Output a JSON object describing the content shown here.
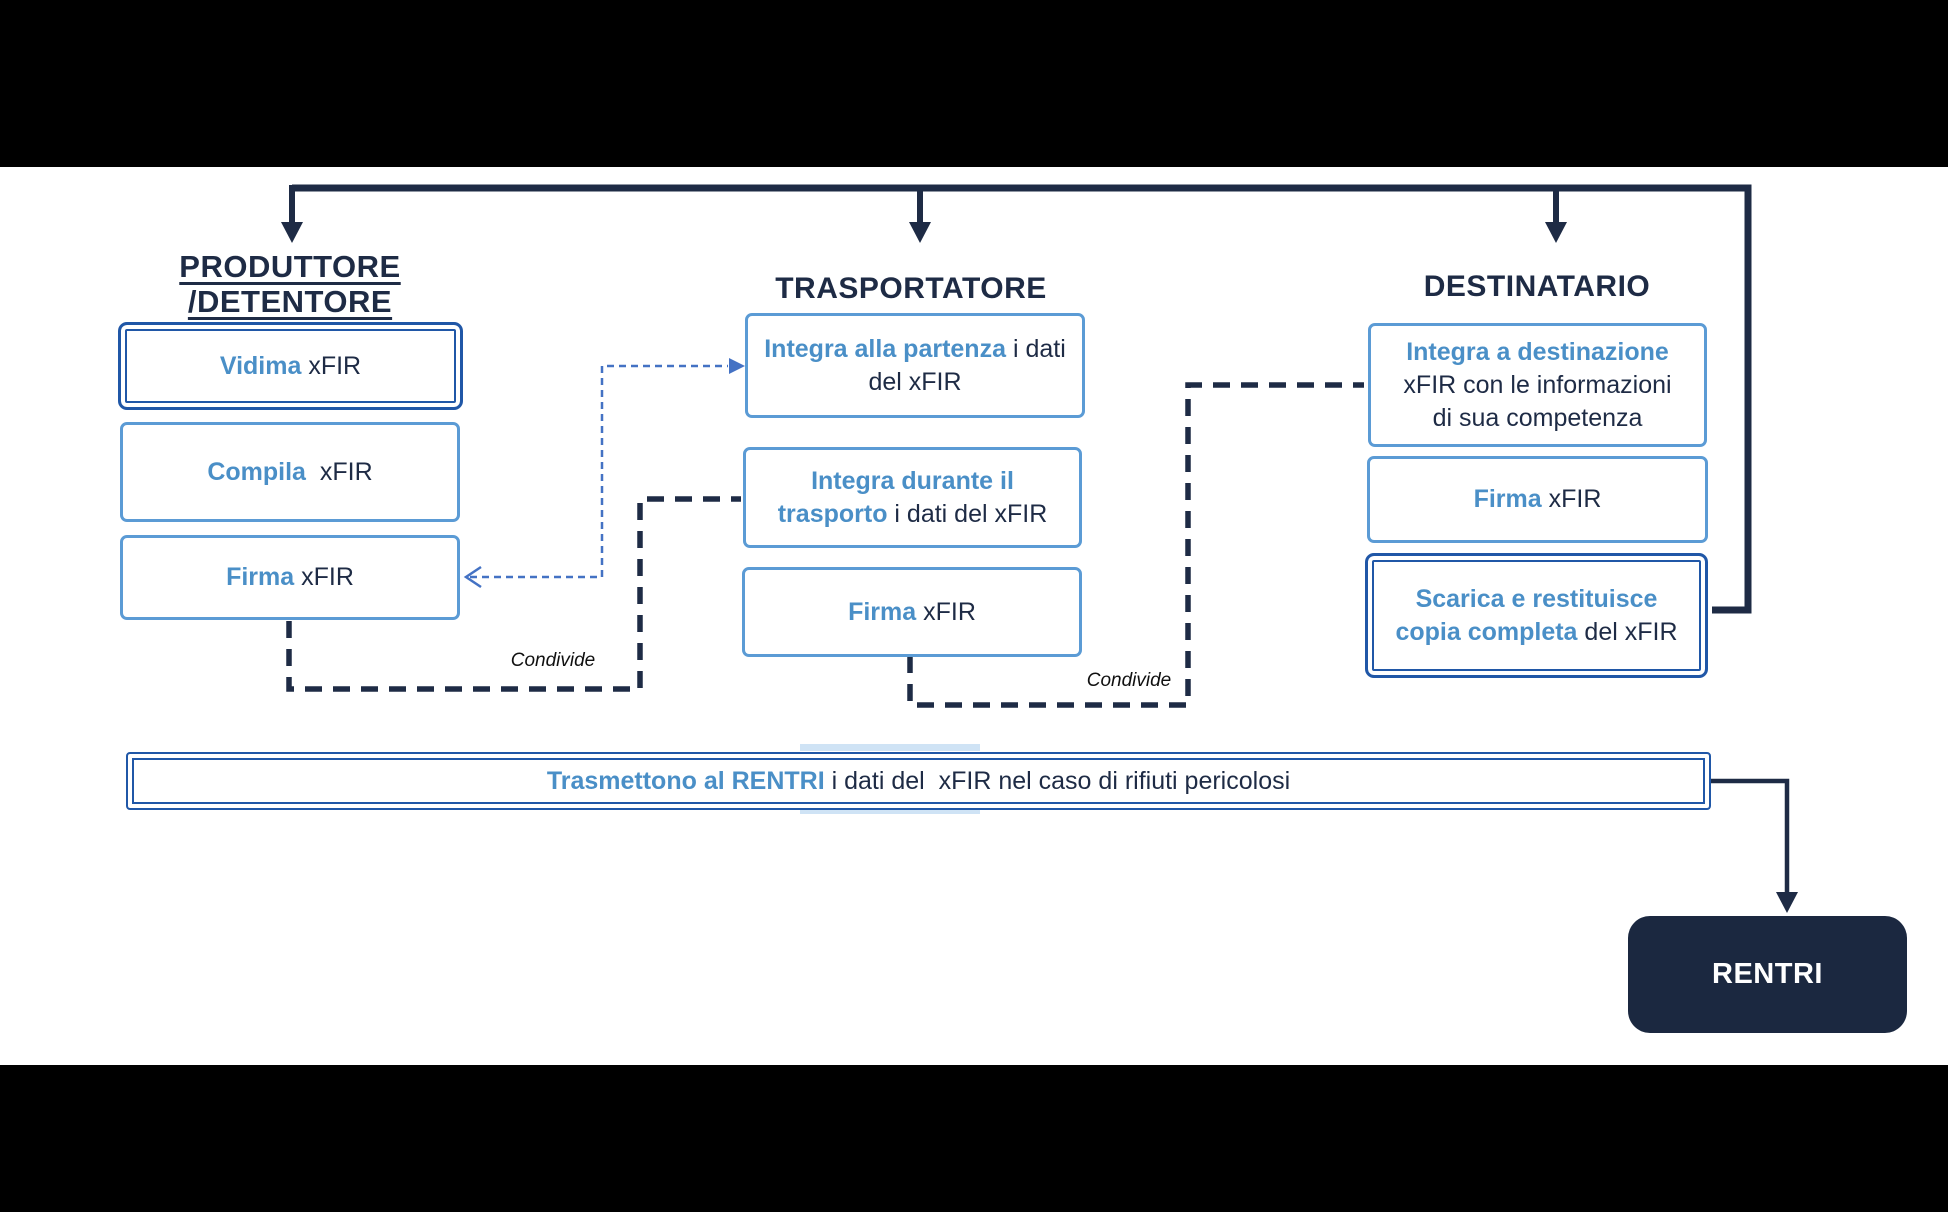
{
  "slide": {
    "producer": {
      "heading_line1": "PRODUTTORE",
      "heading_line2": "/DETENTORE",
      "boxes": [
        {
          "highlight": "Vidima",
          "rest": "xFIR"
        },
        {
          "highlight": "Compila",
          "rest": " xFIR"
        },
        {
          "highlight": "Firma",
          "rest": "xFIR"
        }
      ]
    },
    "transporter": {
      "heading": "TRASPORTATORE",
      "boxes": [
        {
          "highlight": "Integra alla partenza",
          "rest": "i dati del xFIR"
        },
        {
          "highlight": "Integra durante il trasporto",
          "rest": "i dati del xFIR"
        },
        {
          "highlight": "Firma",
          "rest": "xFIR"
        }
      ]
    },
    "recipient": {
      "heading": "DESTINATARIO",
      "boxes": [
        {
          "highlight": "Integra a destinazione",
          "rest": "xFIR con le informazioni di sua competenza"
        },
        {
          "highlight": "Firma",
          "rest": "xFIR"
        },
        {
          "highlight": "Scarica e restituisce copia completa",
          "rest": "del xFIR"
        }
      ]
    },
    "share_label_left": "Condivide",
    "share_label_right": "Condivide",
    "transmit_box": {
      "highlight": "Trasmettono al RENTRI",
      "rest": "i dati del  xFIR nel caso di rifiuti pericolosi"
    },
    "rentri_label": "RENTRI",
    "colors": {
      "navy": "#1e2b45",
      "rentri_fill": "#1b2840",
      "border_light_blue": "#5b9bd5",
      "border_dark_blue": "#2057a7",
      "accent_text_blue": "#4a8fc7",
      "dashed_blue": "#4472c4"
    }
  }
}
